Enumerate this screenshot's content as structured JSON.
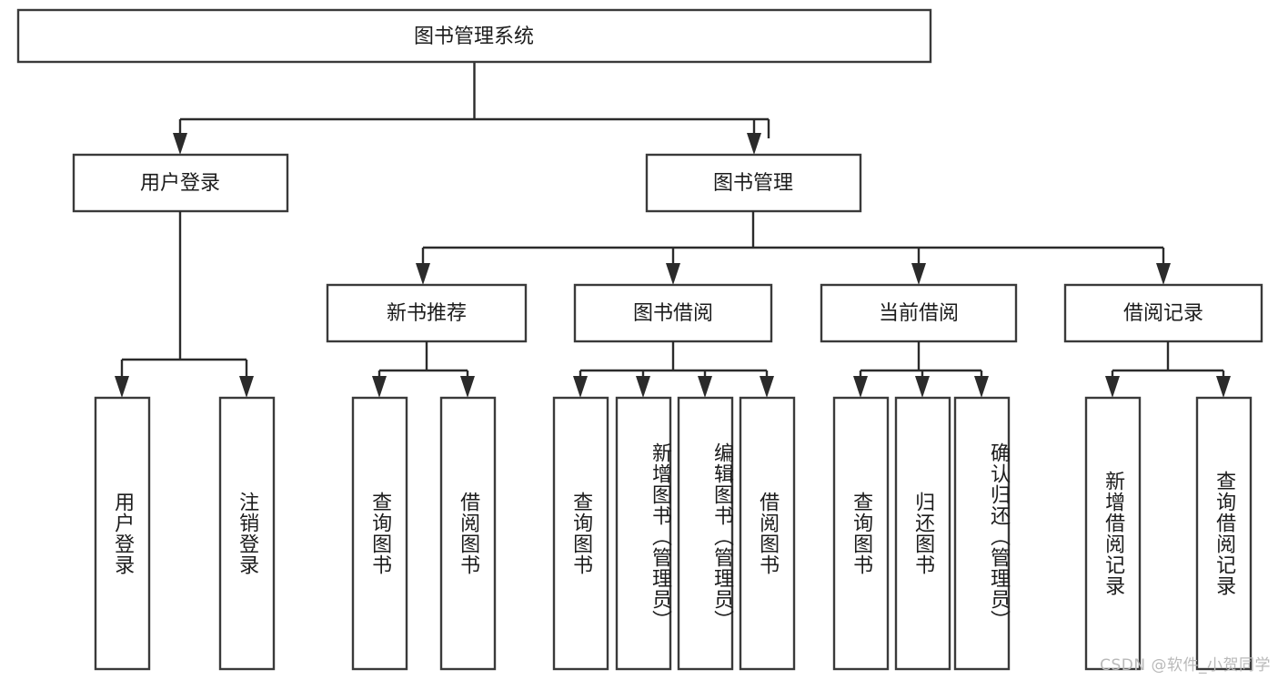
{
  "diagram": {
    "type": "tree-hierarchy",
    "title": "图书管理系统",
    "root": {
      "label": "图书管理系统"
    },
    "level2": [
      {
        "label": "用户登录"
      },
      {
        "label": "图书管理"
      }
    ],
    "level3": [
      {
        "label": "新书推荐"
      },
      {
        "label": "图书借阅"
      },
      {
        "label": "当前借阅"
      },
      {
        "label": "借阅记录"
      }
    ],
    "leaves": {
      "user_login": [
        {
          "label": "用户登录"
        },
        {
          "label": "注销登录"
        }
      ],
      "new_book_recommend": [
        {
          "label": "查询图书"
        },
        {
          "label": "借阅图书"
        }
      ],
      "book_borrow": [
        {
          "label": "查询图书"
        },
        {
          "label": "新增图书（管理员）"
        },
        {
          "label": "编辑图书（管理员）"
        },
        {
          "label": "借阅图书"
        }
      ],
      "current_borrow": [
        {
          "label": "查询图书"
        },
        {
          "label": "归还图书"
        },
        {
          "label": "确认归还（管理员）"
        }
      ],
      "borrow_record": [
        {
          "label": "新增借阅记录"
        },
        {
          "label": "查询借阅记录"
        }
      ]
    }
  },
  "watermark": {
    "text": "CSDN @软件_小贺同学"
  },
  "colors": {
    "box_stroke": "#3a3a3a",
    "connector": "#2b2b2b",
    "text": "#1c1c1c",
    "background": "#ffffff",
    "watermark": "#b9b9b9"
  }
}
